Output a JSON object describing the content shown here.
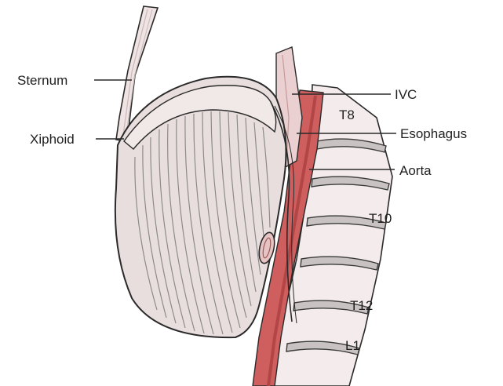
{
  "labels": {
    "sternum": "Sternum",
    "xiphoid": "Xiphoid",
    "ivc": "IVC",
    "t8": "T8",
    "esophagus": "Esophagus",
    "aorta": "Aorta",
    "t10": "T10",
    "t12": "T12",
    "l1": "L1"
  },
  "colors": {
    "diaphragm_fill": "#e9dede",
    "muscle_fiber": "#8d8a8a",
    "tendon": "#f1e8e8",
    "aorta": "#cf5e5e",
    "aorta_dark": "#b24545",
    "vertebra": "#f4ecec",
    "disc": "#c7c1c1",
    "outline": "#2a2a2a"
  }
}
